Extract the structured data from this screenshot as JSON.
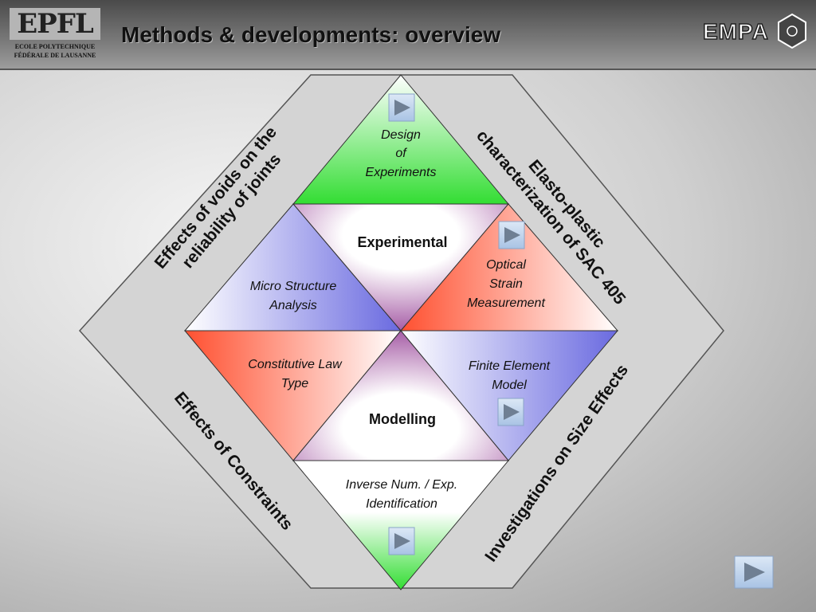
{
  "header": {
    "title": "Methods & developments: overview",
    "epfl_logo_mark": "EPFL",
    "epfl_logo_line1": "ECOLE   POLYTECHNIQUE",
    "epfl_logo_line2": "FÉDÉRALE DE LAUSANNE",
    "empa_logo": "EMPA"
  },
  "diagram": {
    "side_labels": {
      "top_left_1": "Effects of voids on the",
      "top_left_2": "reliability of joints",
      "top_right_1": "Elasto-plastic",
      "top_right_2": "characterization of SAC 405",
      "bottom_left": "Effects of Constraints",
      "bottom_right": "Investigations on Size Effects"
    },
    "design_1": "Design",
    "design_2": "of",
    "design_3": "Experiments",
    "experimental": "Experimental",
    "micro_1": "Micro Structure",
    "micro_2": "Analysis",
    "optical_1": "Optical",
    "optical_2": "Strain",
    "optical_3": "Measurement",
    "constitutive_1": "Constitutive Law",
    "constitutive_2": "Type",
    "fem_1": "Finite Element",
    "fem_2": "Model",
    "modelling": "Modelling",
    "inverse_1": "Inverse Num. / Exp.",
    "inverse_2": "Identification"
  },
  "colors": {
    "green": "#33dd33",
    "purple": "#8a2a8a",
    "blue": "#7070dd",
    "red": "#ff5030"
  },
  "icons": {
    "play": "play-icon"
  }
}
